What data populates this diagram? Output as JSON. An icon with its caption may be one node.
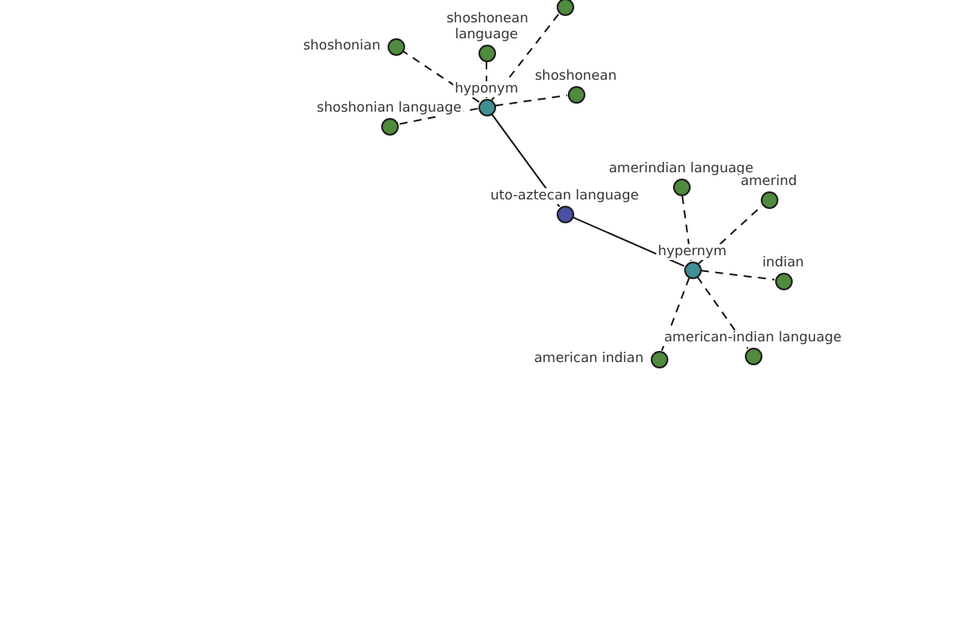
{
  "diagram": {
    "nodes": [
      {
        "text": [
          "uto-aztecan language"
        ]
      },
      {
        "text": [
          "hyponym"
        ]
      },
      {
        "text": [
          "shoshonian"
        ]
      },
      {
        "text": [
          "shoshonean language"
        ]
      },
      {
        "text": [
          "shoshonean"
        ]
      },
      {
        "text": [
          "shoshonian language"
        ]
      },
      {
        "text": [],
        "shape": "circle"
      },
      {
        "text": [
          "hypernym"
        ]
      },
      {
        "text": [
          "amerindian language"
        ]
      },
      {
        "text": [
          "amerind"
        ]
      },
      {
        "text": [
          "indian"
        ]
      },
      {
        "text": [
          "american indian"
        ]
      },
      {
        "text": [
          "american-indian language"
        ]
      }
    ],
    "edges": [
      {
        "from": 0,
        "to": 1,
        "arrow": "none"
      },
      {
        "from": 0,
        "to": 7,
        "arrow": "none"
      },
      {
        "from": 1,
        "to": 2,
        "arrow": "none",
        "style": "dashed"
      },
      {
        "from": 1,
        "to": 3,
        "arrow": "none",
        "style": "dashed"
      },
      {
        "from": 1,
        "to": 4,
        "arrow": "none",
        "style": "dashed"
      },
      {
        "from": 1,
        "to": 5,
        "arrow": "none",
        "style": "dashed"
      },
      {
        "from": 1,
        "to": 6,
        "arrow": "none",
        "style": "dashed"
      },
      {
        "from": 7,
        "to": 8,
        "arrow": "none",
        "style": "dashed"
      },
      {
        "from": 7,
        "to": 9,
        "arrow": "none",
        "style": "dashed"
      },
      {
        "from": 7,
        "to": 10,
        "arrow": "none",
        "style": "dashed"
      },
      {
        "from": 7,
        "to": 11,
        "arrow": "none",
        "style": "dashed"
      },
      {
        "from": 7,
        "to": 12,
        "arrow": "none",
        "style": "dashed"
      }
    ]
  }
}
